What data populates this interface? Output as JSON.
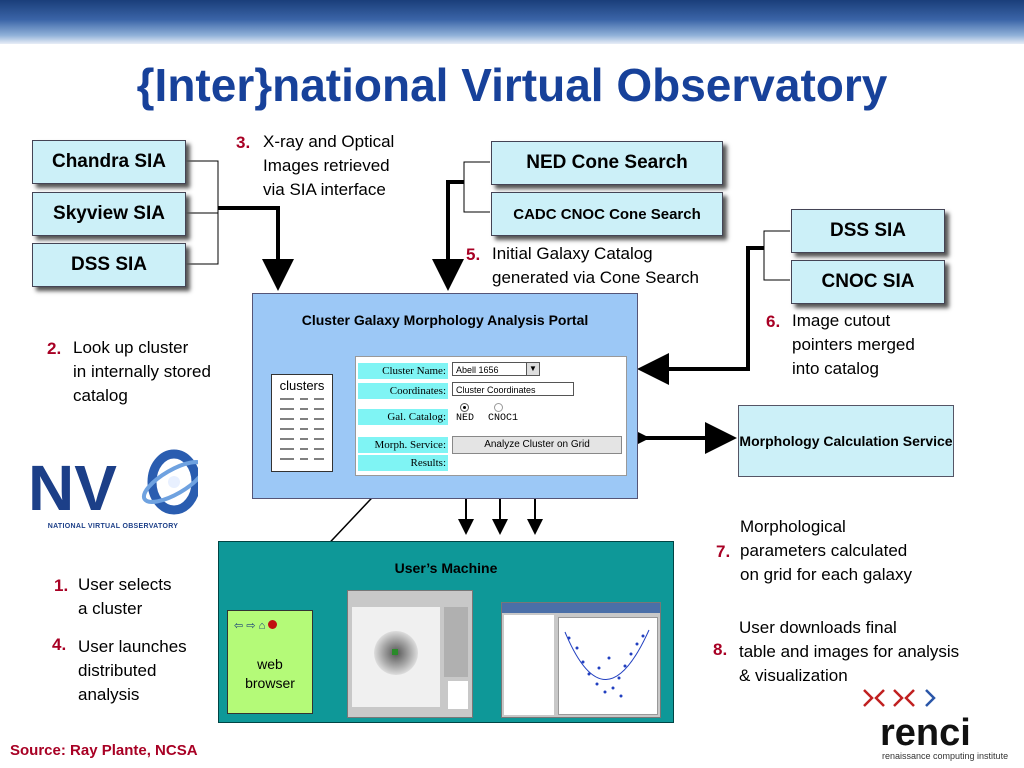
{
  "title": "{Inter}national Virtual Observatory",
  "sia_left": [
    "Chandra SIA",
    "Skyview SIA",
    "DSS SIA"
  ],
  "cone": {
    "ned": "NED Cone Search",
    "cadc": "CADC CNOC Cone Search"
  },
  "sia_right": [
    "DSS SIA",
    "CNOC SIA"
  ],
  "steps": {
    "s1": {
      "num": "1.",
      "lines": [
        "User selects",
        "a cluster"
      ]
    },
    "s2": {
      "num": "2.",
      "lines": [
        "Look up cluster",
        "in internally stored",
        "catalog"
      ]
    },
    "s3": {
      "num": "3.",
      "lines": [
        "X-ray and Optical",
        "Images retrieved",
        "via SIA interface"
      ]
    },
    "s4": {
      "num": "4.",
      "lines": [
        "User launches",
        "distributed",
        "analysis"
      ]
    },
    "s5": {
      "num": "5.",
      "lines": [
        "Initial Galaxy Catalog",
        "generated via Cone Search"
      ]
    },
    "s6": {
      "num": "6.",
      "lines": [
        "Image cutout",
        "pointers merged",
        "into catalog"
      ]
    },
    "s7": {
      "num": "7.",
      "lines": [
        "Morphological",
        "parameters calculated",
        "on grid for each galaxy"
      ]
    },
    "s8": {
      "num": "8.",
      "lines": [
        "User downloads final",
        "table and images for analysis",
        "& visualization"
      ]
    }
  },
  "portal": {
    "title": "Cluster Galaxy Morphology Analysis Portal",
    "clusters_label": "clusters",
    "form": {
      "cluster_name_label": "Cluster Name:",
      "cluster_name_value": "Abell 1656",
      "coordinates_label": "Coordinates:",
      "coordinates_value": "Cluster Coordinates",
      "catalog_label": "Gal. Catalog:",
      "catalog_options": [
        "NED",
        "CNOC1"
      ],
      "morph_label": "Morph. Service:",
      "morph_button": "Analyze Cluster on Grid",
      "results_label": "Results:"
    }
  },
  "morph_service": "Morphology Calculation Service",
  "user_machine": {
    "title": "User’s Machine",
    "browser_label": "web browser"
  },
  "nvo": {
    "tagline": "NATIONAL VIRTUAL OBSERVATORY"
  },
  "renci": {
    "name": "renci",
    "tagline": "renaissance computing institute"
  },
  "source": "Source: Ray Plante, NCSA",
  "colors": {
    "title": "#17419a",
    "step_num": "#a80024",
    "box": "#ccf0f8",
    "portal": "#9cc8f6",
    "user_machine": "#0e9898",
    "browser": "#b4fa78"
  }
}
